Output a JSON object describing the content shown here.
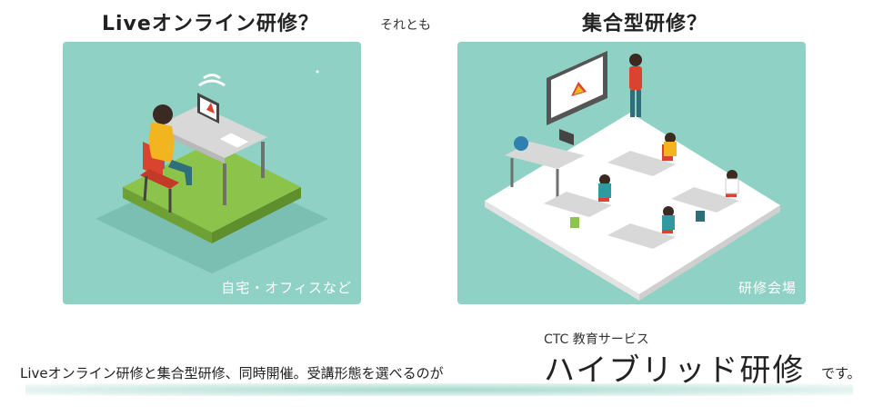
{
  "headings": {
    "left": "Liveオンライン研修？",
    "connector": "それとも",
    "right": "集合型研修？"
  },
  "panels": {
    "left_caption": "自宅・オフィスなど",
    "right_caption": "研修会場"
  },
  "tagline": {
    "lead": "Liveオンライン研修と集合型研修、同時開催。受講形態を選べるのが",
    "brand_sub": "CTC 教育サービス",
    "brand_main": "ハイブリッド研修",
    "tail": "です。"
  },
  "colors": {
    "panel_bg": "#8fd1c4",
    "grass": "#8cc34a",
    "floor": "#ffffff",
    "accent_red": "#d9432f",
    "accent_yellow": "#f2b51f"
  }
}
